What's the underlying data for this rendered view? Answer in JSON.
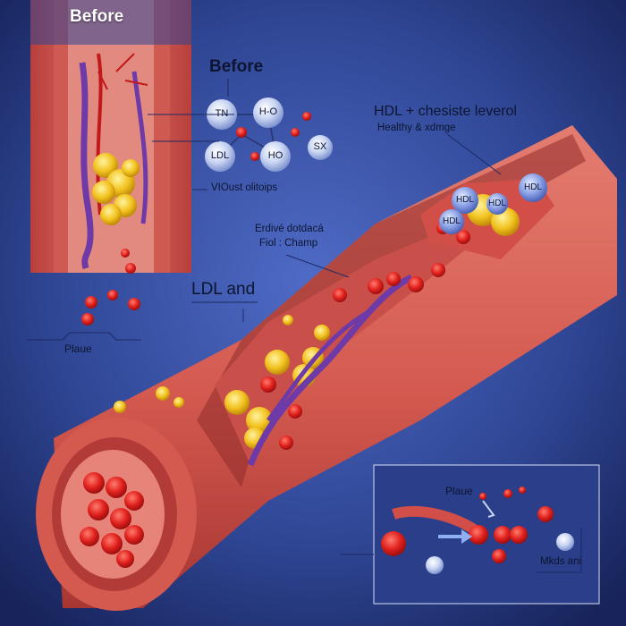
{
  "labels": {
    "top_left_title": "Before",
    "before_heading": "Before",
    "hdl_title": "HDL + chesiste leverol",
    "hdl_subtitle": "Healthy & xdmge",
    "artery_label": "VIOust olitoips",
    "erd_line1": "Erdivé dotdacá",
    "erd_line2": "Fiol : Champ",
    "ldl_and": "LDL and",
    "plaque_left": "Plaue",
    "plaque_inset": "Plaue",
    "inset_caption": "Mkds ani"
  },
  "molecules": [
    "TN",
    "H-O",
    "LDL",
    "HO",
    "SX"
  ],
  "hdl_particles": [
    "HDL",
    "HDL",
    "HDL",
    "HDL"
  ],
  "colors": {
    "background_center": "#3d5ab8",
    "background_edge": "#18255f",
    "artery_wall": "#d85a52",
    "artery_inner": "#c94b45",
    "blood_cell": "#e0201c",
    "plaque": "#f2c21e",
    "vessel": "#6e3aa8",
    "molecule": "#b9c8ee",
    "text": "#0d1530"
  }
}
